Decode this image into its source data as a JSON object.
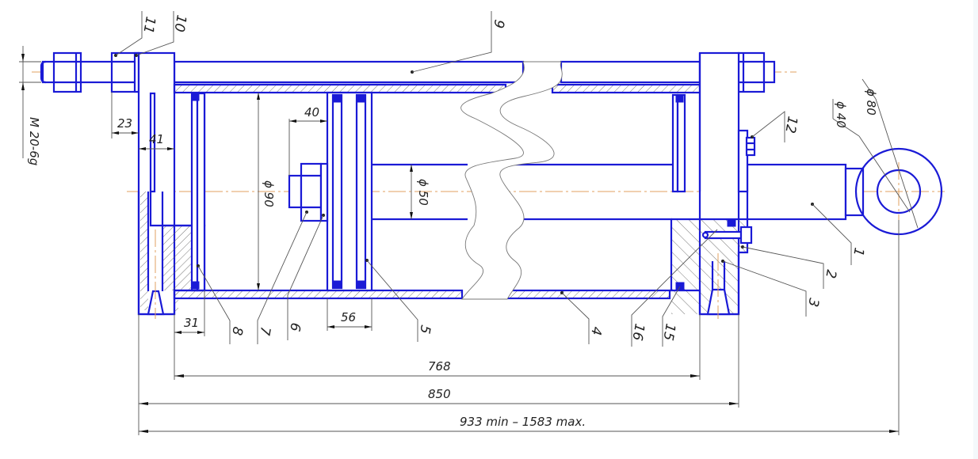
{
  "drawing": {
    "subject": "Hydraulic cylinder assembly, longitudinal section",
    "line_color": "#1a1ad6",
    "centerline_color": "#e0a060",
    "leader_labels": [
      {
        "id": "1",
        "text": "1"
      },
      {
        "id": "2",
        "text": "2"
      },
      {
        "id": "3",
        "text": "3"
      },
      {
        "id": "4",
        "text": "4"
      },
      {
        "id": "5",
        "text": "5"
      },
      {
        "id": "6",
        "text": "6"
      },
      {
        "id": "7",
        "text": "7"
      },
      {
        "id": "8",
        "text": "8"
      },
      {
        "id": "9",
        "text": "9"
      },
      {
        "id": "10",
        "text": "10"
      },
      {
        "id": "11",
        "text": "11"
      },
      {
        "id": "12",
        "text": "12"
      },
      {
        "id": "15",
        "text": "15"
      },
      {
        "id": "16",
        "text": "16"
      }
    ],
    "dimensions": {
      "thread": "M 20-6g",
      "nut_offset": "23",
      "head_width": "41",
      "bore_dia": "ϕ 90",
      "nut_depth": "40",
      "rod_dia": "ϕ 50",
      "piston_width": "56",
      "port_offset": "31",
      "tube_length": "768",
      "body_length": "850",
      "stroke_range": "933 min – 1583 max.",
      "eye_inner_dia": "ϕ 40",
      "eye_outer_dia": "ϕ 80"
    }
  }
}
